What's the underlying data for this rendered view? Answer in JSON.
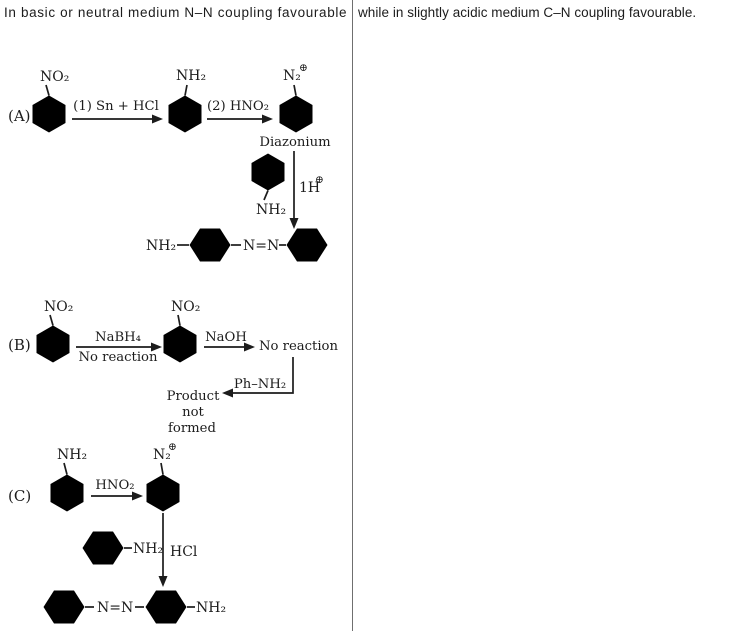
{
  "header": {
    "left": "In basic or neutral medium N–N coupling favourable",
    "right": "while in slightly acidic medium C–N coupling favourable."
  },
  "rxA": {
    "label": "(A)",
    "no2": "NO₂",
    "step1": "(1) Sn + HCl",
    "nh2": "NH₂",
    "step2": "(2) HNO₂",
    "n2": "N₂",
    "n2_plus": "⊕",
    "caption": "Diazonium",
    "coupler_nh2": "NH₂",
    "acid": "1H",
    "acid_plus": "⊕",
    "prod_nh2": "NH₂",
    "azo": "N=N"
  },
  "rxB": {
    "label": "(B)",
    "no2_a": "NO₂",
    "reagent1": "NaBH₄",
    "note1": "No reaction",
    "no2_b": "NO₂",
    "reagent2": "NaOH",
    "note2": "No reaction",
    "amine": "Ph–NH₂",
    "result1": "Product",
    "result2": "not",
    "result3": "formed"
  },
  "rxC": {
    "label": "(C)",
    "nh2": "NH₂",
    "reagent": "HNO₂",
    "n2": "N₂",
    "n2_plus": "⊕",
    "coupler_nh2": "NH₂",
    "hcl": "HCl",
    "azo": "N=N",
    "prod_nh2": "NH₂"
  }
}
